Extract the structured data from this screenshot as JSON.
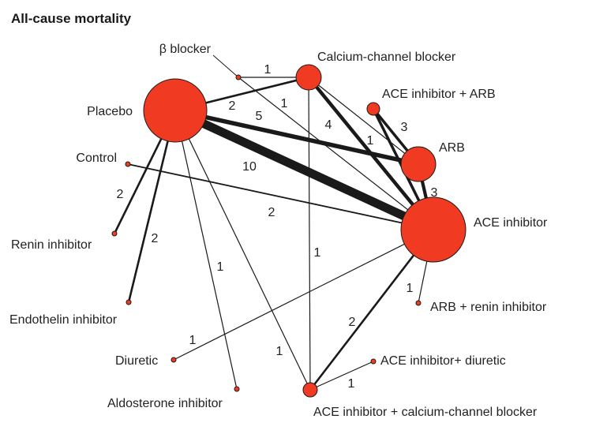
{
  "title": "All-cause mortality",
  "colors": {
    "node_fill": "#f03b22",
    "edge": "#1a1a1a",
    "text": "#222222"
  },
  "nodes": [
    {
      "id": "placebo",
      "label": "Placebo"
    },
    {
      "id": "beta_blocker",
      "label": "β blocker"
    },
    {
      "id": "ccb",
      "label": "Calcium-channel blocker"
    },
    {
      "id": "acei_arb",
      "label": "ACE inhibitor + ARB"
    },
    {
      "id": "arb",
      "label": "ARB"
    },
    {
      "id": "acei",
      "label": "ACE inhibitor"
    },
    {
      "id": "control",
      "label": "Control"
    },
    {
      "id": "renin",
      "label": "Renin inhibitor"
    },
    {
      "id": "endothelin",
      "label": "Endothelin inhibitor"
    },
    {
      "id": "diuretic",
      "label": "Diuretic"
    },
    {
      "id": "aldosterone",
      "label": "Aldosterone inhibitor"
    },
    {
      "id": "acei_ccb",
      "label": "ACE inhibitor + calcium-channel blocker"
    },
    {
      "id": "acei_diuretic",
      "label": "ACE inhibitor+ diuretic"
    },
    {
      "id": "arb_renin",
      "label": "ARB + renin inhibitor"
    }
  ],
  "edges": [
    {
      "from": "placebo",
      "to": "acei",
      "trials": "10"
    },
    {
      "from": "placebo",
      "to": "arb",
      "trials": "5"
    },
    {
      "from": "placebo",
      "to": "ccb",
      "trials": "2"
    },
    {
      "from": "placebo",
      "to": "renin",
      "trials": "2"
    },
    {
      "from": "placebo",
      "to": "endothelin",
      "trials": "2"
    },
    {
      "from": "placebo",
      "to": "aldosterone",
      "trials": "1"
    },
    {
      "from": "placebo",
      "to": "acei_ccb",
      "trials": "1"
    },
    {
      "from": "beta_blocker",
      "to": "ccb",
      "trials": "1"
    },
    {
      "from": "beta_blocker",
      "to": "acei",
      "trials": "1"
    },
    {
      "from": "ccb",
      "to": "acei",
      "trials": "4"
    },
    {
      "from": "ccb",
      "to": "arb",
      "trials": "1"
    },
    {
      "from": "ccb",
      "to": "acei_ccb",
      "trials": "1"
    },
    {
      "from": "acei_arb",
      "to": "arb",
      "trials": "3"
    },
    {
      "from": "acei_arb",
      "to": "acei",
      "trials": ""
    },
    {
      "from": "arb",
      "to": "acei",
      "trials": "3"
    },
    {
      "from": "control",
      "to": "acei",
      "trials": "2"
    },
    {
      "from": "diuretic",
      "to": "acei",
      "trials": "1"
    },
    {
      "from": "acei",
      "to": "acei_ccb",
      "trials": "2"
    },
    {
      "from": "acei",
      "to": "arb_renin",
      "trials": "1"
    },
    {
      "from": "acei_ccb",
      "to": "acei_diuretic",
      "trials": "1"
    }
  ]
}
